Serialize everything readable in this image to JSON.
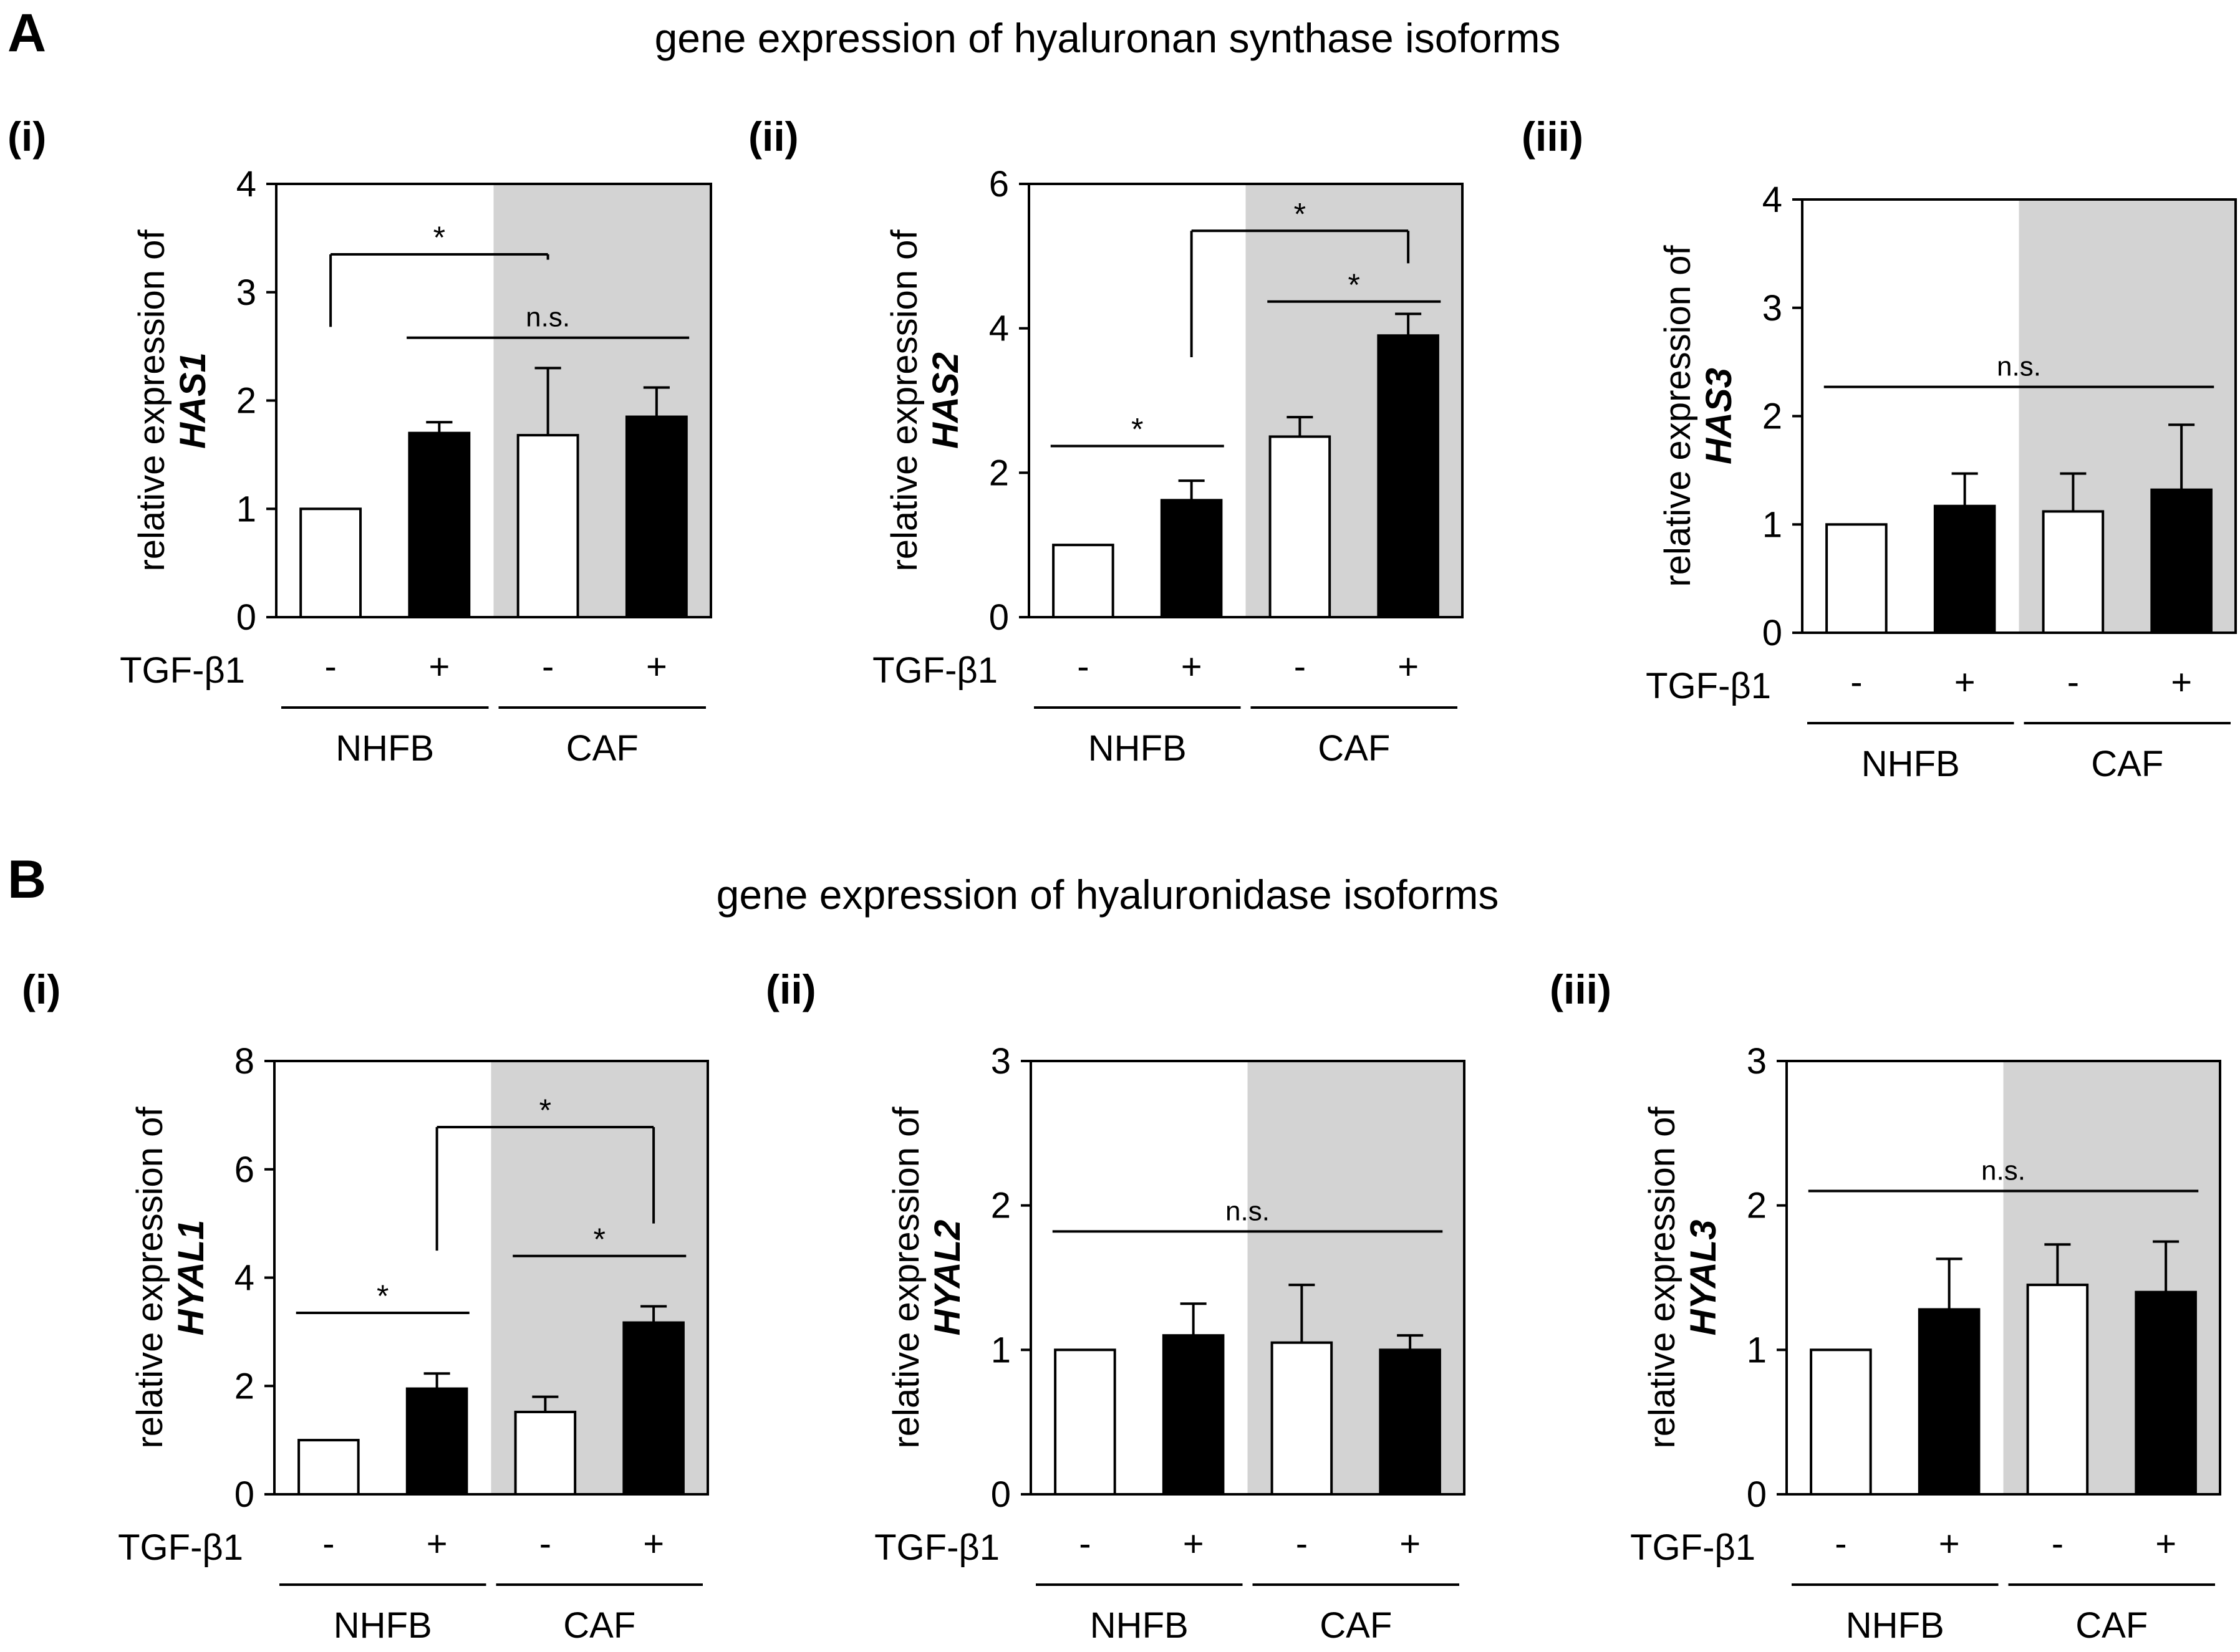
{
  "sections": [
    {
      "letter": "A",
      "title": "gene expression of hyaluronan synthase isoforms"
    },
    {
      "letter": "B",
      "title": "gene expression of hyaluronidase isoforms"
    }
  ],
  "treatment_label": "TGF-β1",
  "group_labels": [
    "NHFB",
    "CAF"
  ],
  "colors": {
    "bar_untreated": "#ffffff",
    "bar_treated": "#000000",
    "caf_shading": "#d3d3d3"
  },
  "chart_data": [
    {
      "type": "bar",
      "panel": "(i)",
      "ylabel": "relative expression of",
      "gene": "HAS1",
      "ylim": [
        0,
        4
      ],
      "yticks": [
        "0",
        "1",
        "2",
        "3",
        "4"
      ],
      "categories": [
        "NHFB -",
        "NHFB +",
        "CAF -",
        "CAF +"
      ],
      "treatment": [
        "-",
        "+",
        "-",
        "+"
      ],
      "values": [
        1.0,
        1.7,
        1.68,
        1.85
      ],
      "errors": [
        0,
        0.1,
        0.62,
        0.27
      ],
      "significance": [
        {
          "from": 0,
          "to": 2,
          "label": "*",
          "style": "bracket-down",
          "y": 3.35,
          "drop0": 2.68,
          "drop1": 3.3
        },
        {
          "from": 1,
          "to": 3,
          "label": "n.s.",
          "style": "line",
          "y": 2.58
        }
      ]
    },
    {
      "type": "bar",
      "panel": "(ii)",
      "ylabel": "relative expression of",
      "gene": "HAS2",
      "ylim": [
        0,
        6
      ],
      "yticks": [
        "0",
        "2",
        "4",
        "6"
      ],
      "categories": [
        "NHFB -",
        "NHFB +",
        "CAF -",
        "CAF +"
      ],
      "treatment": [
        "-",
        "+",
        "-",
        "+"
      ],
      "values": [
        1.0,
        1.62,
        2.5,
        3.9
      ],
      "errors": [
        0,
        0.27,
        0.27,
        0.3
      ],
      "significance": [
        {
          "from": 0,
          "to": 1,
          "label": "*",
          "style": "line",
          "y": 2.37
        },
        {
          "from": 2,
          "to": 3,
          "label": "*",
          "style": "line",
          "y": 4.37
        },
        {
          "from": 1,
          "to": 3,
          "label": "*",
          "style": "bracket-down",
          "y": 5.35,
          "drop0": 3.6,
          "drop1": 4.9
        }
      ]
    },
    {
      "type": "bar",
      "panel": "(iii)",
      "ylabel": "relative expression of",
      "gene": "HAS3",
      "ylim": [
        0,
        4
      ],
      "yticks": [
        "0",
        "1",
        "2",
        "3",
        "4"
      ],
      "categories": [
        "NHFB -",
        "NHFB +",
        "CAF -",
        "CAF +"
      ],
      "treatment": [
        "-",
        "+",
        "-",
        "+"
      ],
      "values": [
        1.0,
        1.17,
        1.12,
        1.32
      ],
      "errors": [
        0,
        0.3,
        0.35,
        0.6
      ],
      "significance": [
        {
          "from": 0,
          "to": 3,
          "label": "n.s.",
          "style": "line",
          "y": 2.27
        }
      ]
    },
    {
      "type": "bar",
      "panel": "(i)",
      "ylabel": "relative expression of",
      "gene": "HYAL1",
      "ylim": [
        0,
        8
      ],
      "yticks": [
        "0",
        "2",
        "4",
        "6",
        "8"
      ],
      "categories": [
        "NHFB -",
        "NHFB +",
        "CAF -",
        "CAF +"
      ],
      "treatment": [
        "-",
        "+",
        "-",
        "+"
      ],
      "values": [
        1.0,
        1.95,
        1.52,
        3.17
      ],
      "errors": [
        0,
        0.28,
        0.28,
        0.3
      ],
      "significance": [
        {
          "from": 0,
          "to": 1,
          "label": "*",
          "style": "line",
          "y": 3.35
        },
        {
          "from": 2,
          "to": 3,
          "label": "*",
          "style": "line",
          "y": 4.4
        },
        {
          "from": 1,
          "to": 3,
          "label": "*",
          "style": "bracket-down",
          "y": 6.78,
          "drop0": 4.5,
          "drop1": 5.0
        }
      ]
    },
    {
      "type": "bar",
      "panel": "(ii)",
      "ylabel": "relative expression of",
      "gene": "HYAL2",
      "ylim": [
        0,
        3
      ],
      "yticks": [
        "0",
        "1",
        "2",
        "3"
      ],
      "categories": [
        "NHFB -",
        "NHFB +",
        "CAF -",
        "CAF +"
      ],
      "treatment": [
        "-",
        "+",
        "-",
        "+"
      ],
      "values": [
        1.0,
        1.1,
        1.05,
        1.0
      ],
      "errors": [
        0,
        0.22,
        0.4,
        0.1
      ],
      "significance": [
        {
          "from": 0,
          "to": 3,
          "label": "n.s.",
          "style": "line",
          "y": 1.82
        }
      ]
    },
    {
      "type": "bar",
      "panel": "(iii)",
      "ylabel": "relative expression of",
      "gene": "HYAL3",
      "ylim": [
        0,
        3
      ],
      "yticks": [
        "0",
        "1",
        "2",
        "3"
      ],
      "categories": [
        "NHFB -",
        "NHFB +",
        "CAF -",
        "CAF +"
      ],
      "treatment": [
        "-",
        "+",
        "-",
        "+"
      ],
      "values": [
        1.0,
        1.28,
        1.45,
        1.4
      ],
      "errors": [
        0,
        0.35,
        0.28,
        0.35
      ],
      "significance": [
        {
          "from": 0,
          "to": 3,
          "label": "n.s.",
          "style": "line",
          "y": 2.1
        }
      ]
    }
  ]
}
